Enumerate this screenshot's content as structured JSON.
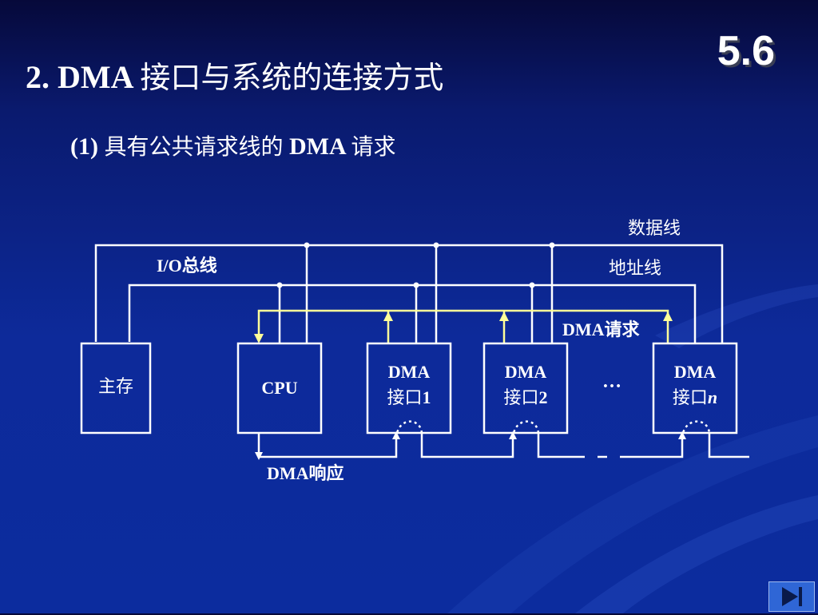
{
  "section_number": "5.6",
  "title": {
    "prefix": "2. DMA ",
    "text": "接口与系统的连接方式"
  },
  "subtitle": {
    "prefix": "(1) ",
    "text_cn": "具有公共请求线的",
    "text_en": " DMA ",
    "text_cn2": "请求"
  },
  "diagram": {
    "labels": {
      "data_bus": "数据线",
      "io_bus": "I/O总线",
      "address_bus": "地址线",
      "dma_request": "DMA请求",
      "dma_response": "DMA响应",
      "ellipsis": "…"
    },
    "boxes": {
      "main_memory": "主存",
      "cpu": "CPU",
      "dma1_line1": "DMA",
      "dma1_line2": "接口",
      "dma1_num": "1",
      "dma2_line1": "DMA",
      "dma2_line2": "接口",
      "dma2_num": "2",
      "dman_line1": "DMA",
      "dman_line2": "接口",
      "dman_num": "n"
    }
  },
  "nav": {
    "icon": "next-slide-icon"
  },
  "colors": {
    "background": "#0c2c9e",
    "lines": "#ffffff",
    "request_line": "#ffff99"
  }
}
